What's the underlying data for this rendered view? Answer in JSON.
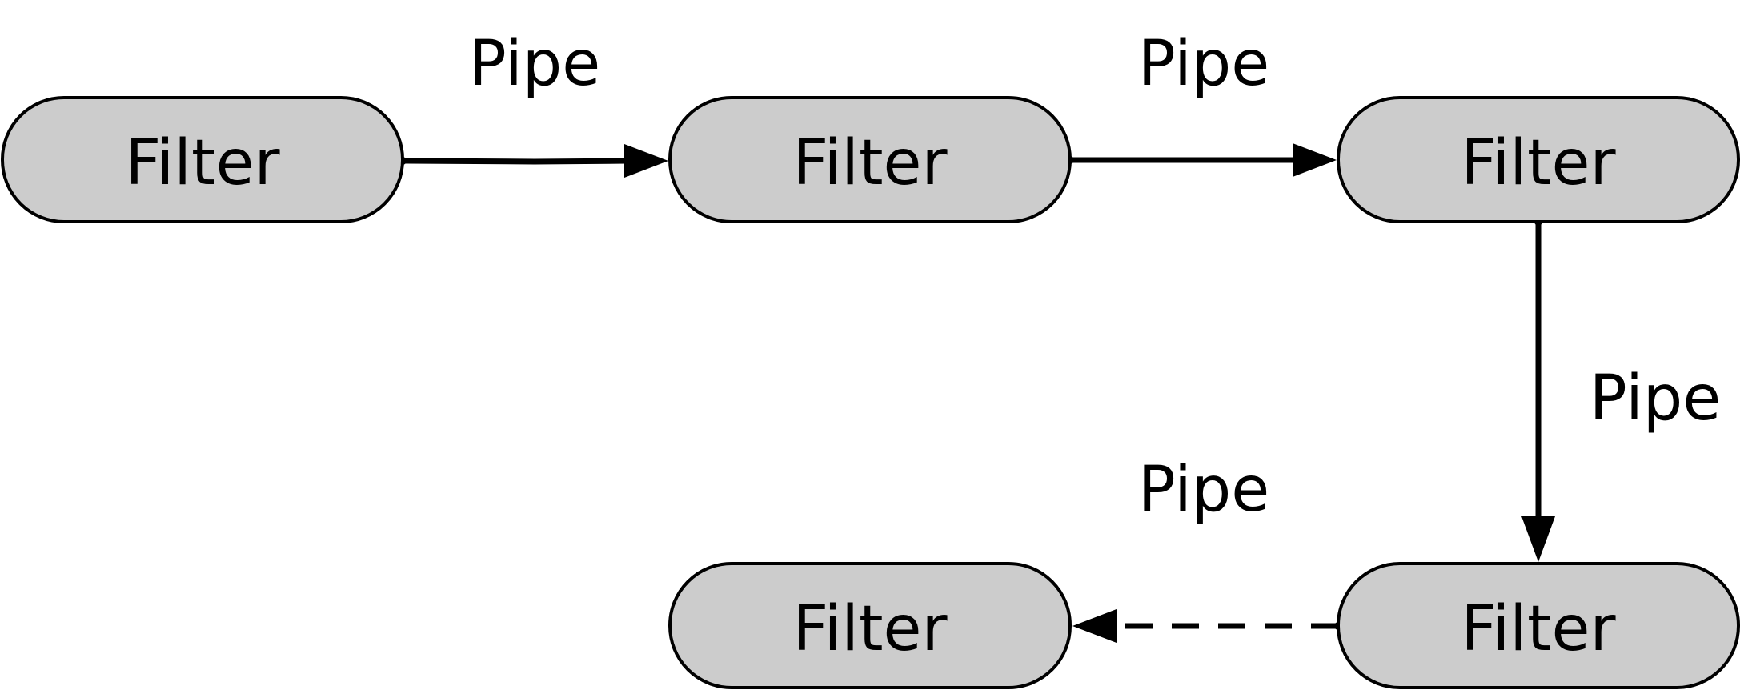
{
  "filters": [
    {
      "id": "filter-1",
      "label": "Filter"
    },
    {
      "id": "filter-2",
      "label": "Filter"
    },
    {
      "id": "filter-3",
      "label": "Filter"
    },
    {
      "id": "filter-4",
      "label": "Filter"
    },
    {
      "id": "filter-5",
      "label": "Filter"
    }
  ],
  "pipes": [
    {
      "id": "pipe-1",
      "label": "Pipe",
      "from": "filter-1",
      "to": "filter-2",
      "style": "solid"
    },
    {
      "id": "pipe-2",
      "label": "Pipe",
      "from": "filter-2",
      "to": "filter-3",
      "style": "solid"
    },
    {
      "id": "pipe-3",
      "label": "Pipe",
      "from": "filter-3",
      "to": "filter-4",
      "style": "solid"
    },
    {
      "id": "pipe-4",
      "label": "Pipe",
      "from": "filter-4",
      "to": "filter-5",
      "style": "dashed"
    }
  ],
  "colors": {
    "filter_fill": "#cccccc",
    "stroke": "#000000",
    "background": "#ffffff"
  }
}
